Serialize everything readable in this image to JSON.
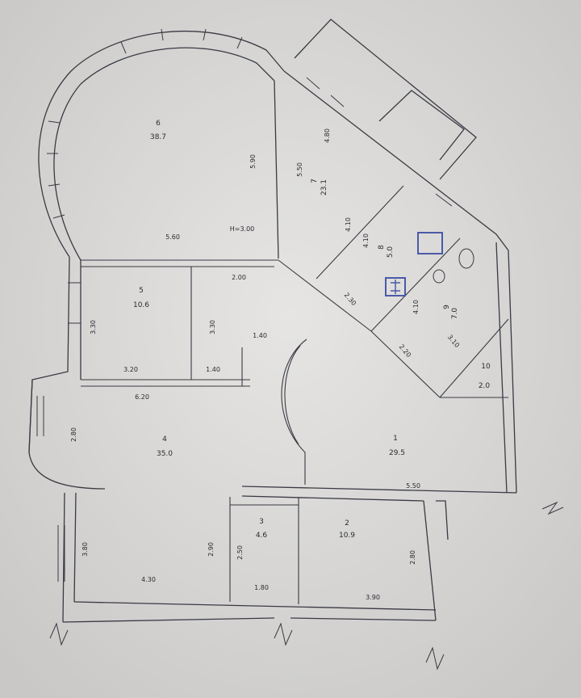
{
  "rooms": [
    {
      "id": "6",
      "number": "6",
      "area": "38.7"
    },
    {
      "id": "5",
      "number": "5",
      "area": "10.6"
    },
    {
      "id": "7",
      "number": "7",
      "area": "23.1"
    },
    {
      "id": "8",
      "number": "8",
      "area": "5.0"
    },
    {
      "id": "9",
      "number": "9",
      "area": "7.0"
    },
    {
      "id": "10",
      "number": "10",
      "area": "2.0"
    },
    {
      "id": "4",
      "number": "4",
      "area": "35.0"
    },
    {
      "id": "1",
      "number": "1",
      "area": "29.5"
    },
    {
      "id": "3",
      "number": "3",
      "area": "4.6"
    },
    {
      "id": "2",
      "number": "2",
      "area": "10.9"
    }
  ],
  "dimensions": {
    "d_590": "5.90",
    "d_560": "5.60",
    "d_height": "H=3.00",
    "d_480": "4.80",
    "d_550_r7": "5.50",
    "d_410_a": "4.10",
    "d_410_b": "4.10",
    "d_410_c": "4.10",
    "d_200_top": "2.00",
    "d_330_v5": "3.30",
    "d_320": "3.20",
    "d_330_v": "3.30",
    "d_140_a": "1.40",
    "d_140_b": "1.40",
    "d_230": "2.30",
    "d_220": "2.20",
    "d_310": "3.10",
    "d_620": "6.20",
    "d_280_v4": "2.80",
    "d_550_r1": "5.50",
    "d_380": "3.80",
    "d_430": "4.30",
    "d_290_a": "2.90",
    "d_250": "2.50",
    "d_180": "1.80",
    "d_280_v2": "2.80",
    "d_390": "3.90"
  }
}
